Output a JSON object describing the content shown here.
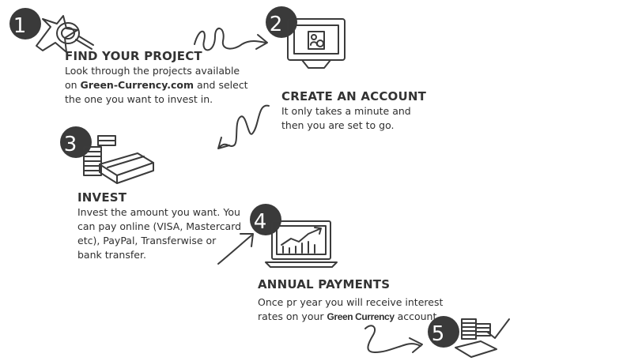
{
  "steps": [
    {
      "number": "1",
      "heading": "FIND YOUR PROJECT",
      "text_line1": "Look through the projects available",
      "text_line2_pre": "on ",
      "text_line2_bold": "Green-Currency.com",
      "text_line2_post": " and select",
      "text_line3": "the one you want to invest in.",
      "icon": "magnifier-icon"
    },
    {
      "number": "2",
      "heading": "CREATE AN ACCOUNT",
      "text_line1": "It only takes a minute and",
      "text_line2": "then you are set to go.",
      "icon": "monitor-account-icon"
    },
    {
      "number": "3",
      "heading": "INVEST",
      "text_line1": "Invest the amount you want. You",
      "text_line2": "can pay online (VISA, Mastercard",
      "text_line3": "etc), PayPal, Transferwise or",
      "text_line4": "bank transfer.",
      "icon": "money-stack-icon"
    },
    {
      "number": "4",
      "heading": "ANNUAL PAYMENTS",
      "text_line1": "Once pr year you will receive interest",
      "text_line2_pre": "rates on your ",
      "text_line2_brand": "Green Currency",
      "text_line2_post": " account.",
      "icon": "laptop-chart-icon"
    },
    {
      "number": "5",
      "icon": "coins-check-icon"
    }
  ],
  "colors": {
    "ink": "#3a3a3a",
    "background": "#ffffff"
  }
}
